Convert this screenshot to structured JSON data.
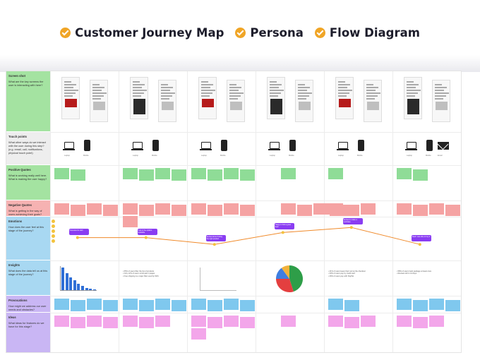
{
  "header": {
    "items": [
      "Customer Journey Map",
      "Persona",
      "Flow Diagram"
    ],
    "accent": "#f0a526"
  },
  "rows": [
    {
      "title": "Screen shot",
      "desc": "What are the key screens the user is interacting with here?",
      "color": "#a4e3a1"
    },
    {
      "title": "Touch points",
      "desc": "What other ways do we interact with the user during this step? (e.g. email, call, notifications, physical touch point)",
      "color": "#eeeeee"
    },
    {
      "title": "Positive Quotes",
      "desc": "What is working really well here. What is making the user happy?",
      "color": "#a4e3a1"
    },
    {
      "title": "Negative Quotes",
      "desc": "What is getting in the way of users achieving their goals?",
      "color": "#f6b2b2"
    },
    {
      "title": "Emotions",
      "desc": "How does the user feel at this stage of the journey?",
      "color": "#a8d8f2"
    },
    {
      "title": "Insights",
      "desc": "What does the data tell us at this stage of the journey?",
      "color": "#a8d8f2"
    },
    {
      "title": "Provocations",
      "desc": "How might we address our user needs and obstacles?",
      "color": "#c9b6f4"
    },
    {
      "title": "Ideas",
      "desc": "What ideas for features do we have for this stage?",
      "color": "#c9b6f4"
    }
  ],
  "touch_labels": [
    "Laptop",
    "Mobile",
    "Email"
  ],
  "emotions": {
    "bubbles": [
      "Interested to start",
      "Lost in the options available",
      "Excited about finding the right product",
      "Happy to find a great deal",
      "Excited to make a purchase",
      "Glad I was able to buy it"
    ],
    "levels": [
      0.55,
      0.55,
      0.35,
      0.7,
      0.85,
      0.35
    ],
    "line_color": "#f08a2a",
    "point_color": "#f3c33d"
  },
  "insights": {
    "bar_values": [
      92,
      70,
      52,
      40,
      26,
      18,
      10,
      6,
      4
    ],
    "bar_color": "#2f6fd6",
    "pie": [
      {
        "value": 45,
        "color": "#2e9e48"
      },
      {
        "value": 30,
        "color": "#e43f3f"
      },
      {
        "value": 15,
        "color": "#3f7ee0"
      },
      {
        "value": 10,
        "color": "#f2b23a"
      }
    ],
    "texts": [
      "• 65% of users filter the list of products\n• Only 12% of users scroll past 4 pages\n• Free shipping is a major filter used by 52%",
      "• 41% of users leave their cart at the checkout\n• 33% of users pay by credit card\n• 26% of users pay with PayPal",
      "• 58% of users track package at least once\n• Reviews left in 14 days"
    ]
  }
}
